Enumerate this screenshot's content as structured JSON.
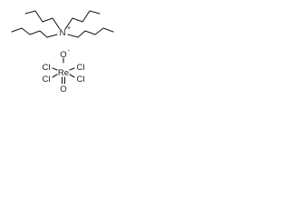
{
  "cation": {
    "center_atom": "N",
    "charge": "+"
  },
  "anion": {
    "center_atom": "Re",
    "oxygen_atom": "O",
    "oxygen_charge": "-",
    "chlorine_atoms": [
      "Cl",
      "Cl",
      "Cl",
      "Cl"
    ],
    "bottom_oxygen": "O"
  }
}
